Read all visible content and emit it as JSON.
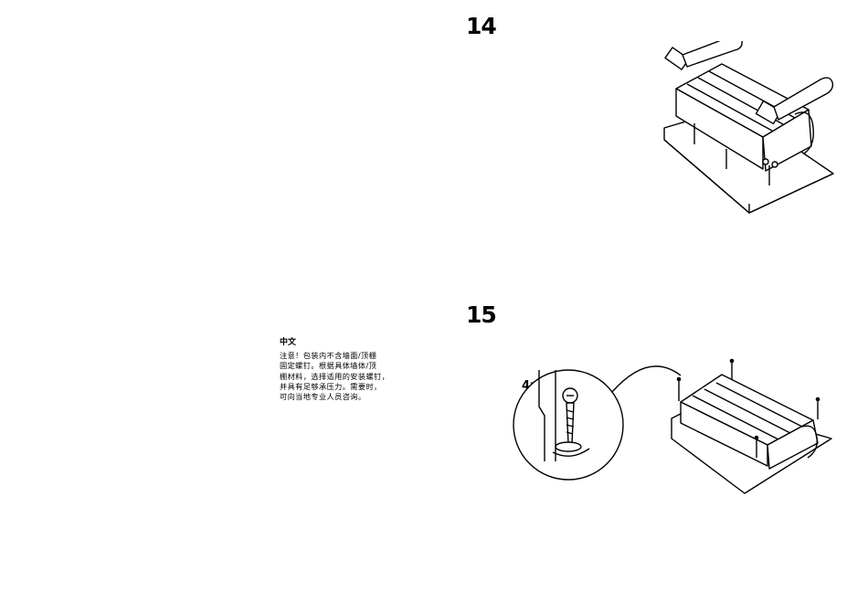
{
  "steps": [
    {
      "number": "14"
    },
    {
      "number": "15",
      "quantity": "4x"
    }
  ],
  "notice": {
    "language": "中文",
    "text": "注意！包装内不含墙面/顶棚\n固定螺钉。根据具体墙体/顶\n棚材料，选择适用的安装螺钉，\n并具有足够承压力。需要时，\n可向当地专业人员咨询。"
  },
  "illustrations": {
    "step14": "hammers-tapping-shelf-onto-base",
    "step15": "screw-shelf-into-base"
  }
}
